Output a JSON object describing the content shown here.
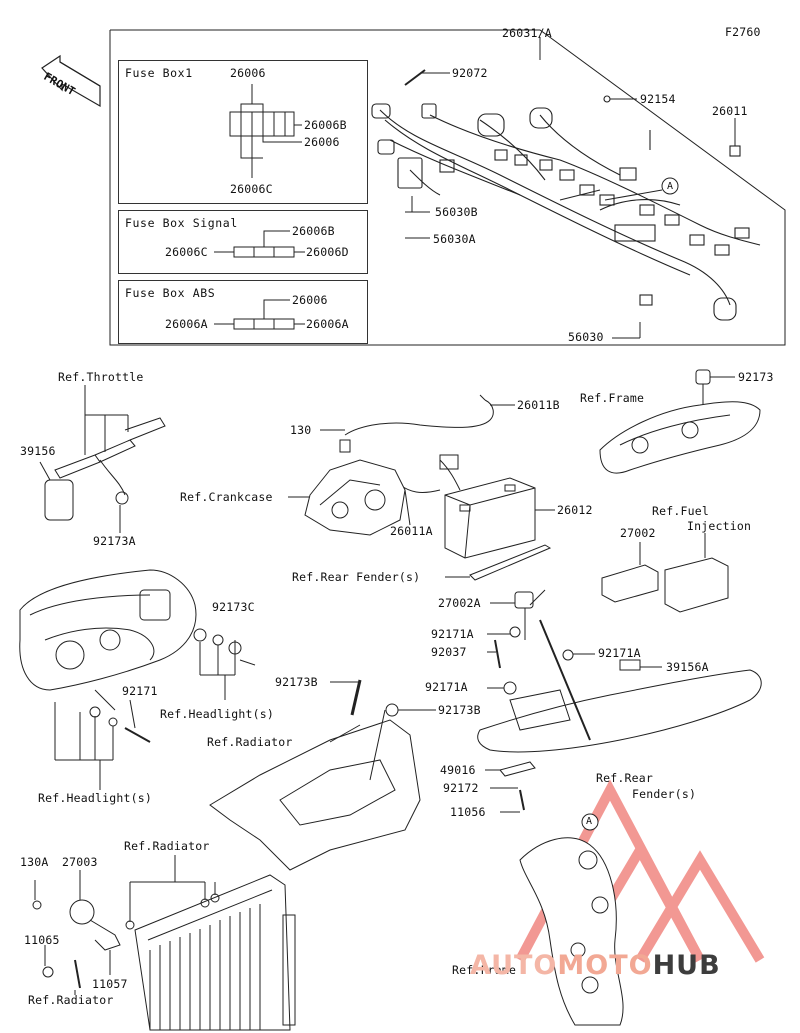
{
  "figure_code": "F2760",
  "front_label": "FRONT",
  "watermark": {
    "part1": "AUTO",
    "part2": "MOTO",
    "part3": "HUB"
  },
  "fuse_boxes": [
    {
      "title": "Fuse Box1",
      "labels": [
        "26006",
        "26006B",
        "26006",
        "26006C"
      ]
    },
    {
      "title": "Fuse Box Signal",
      "labels": [
        "26006B",
        "26006C",
        "26006D"
      ]
    },
    {
      "title": "Fuse Box ABS",
      "labels": [
        "26006",
        "26006A",
        "26006A"
      ]
    }
  ],
  "part_labels": {
    "p26031A": "26031/A",
    "p92072": "92072",
    "p92154": "92154",
    "p26011": "26011",
    "p56030B": "56030B",
    "p56030A": "56030A",
    "p56030": "56030",
    "pA1": "A",
    "pA2": "A",
    "refThrottle": "Ref.Throttle",
    "p39156": "39156",
    "p92173A": "92173A",
    "p130": "130",
    "p26011B": "26011B",
    "refFrame1": "Ref.Frame",
    "p92173": "92173",
    "refCrankcase": "Ref.Crankcase",
    "p26011A": "26011A",
    "p26012": "26012",
    "refFuel": "Ref.Fuel",
    "refInjection": "Injection",
    "p27002": "27002",
    "refRearFender1": "Ref.Rear Fender(s)",
    "p27002A": "27002A",
    "p92173C": "92173C",
    "p92171A1": "92171A",
    "p92171A2": "92171A",
    "p92037": "92037",
    "p39156A": "39156A",
    "p92171A3": "92171A",
    "p92171": "92171",
    "refHeadlight1": "Ref.Headlight(s)",
    "p92173B1": "92173B",
    "p92173B2": "92173B",
    "refRadiator1": "Ref.Radiator",
    "p49016": "49016",
    "refRearFender2a": "Ref.Rear",
    "refRearFender2b": "Fender(s)",
    "p92172": "92172",
    "p11056": "11056",
    "refHeadlight2": "Ref.Headlight(s)",
    "refRadiator2": "Ref.Radiator",
    "p130A": "130A",
    "p27003": "27003",
    "p11065": "11065",
    "p11057": "11057",
    "refRadiator3": "Ref.Radiator",
    "refFrame2": "Ref.Frame"
  },
  "colors": {
    "line": "#222222",
    "watermark_red": "#e8453c",
    "watermark_pink": "#f4b6a6",
    "watermark_dark": "#3d3d3d"
  }
}
